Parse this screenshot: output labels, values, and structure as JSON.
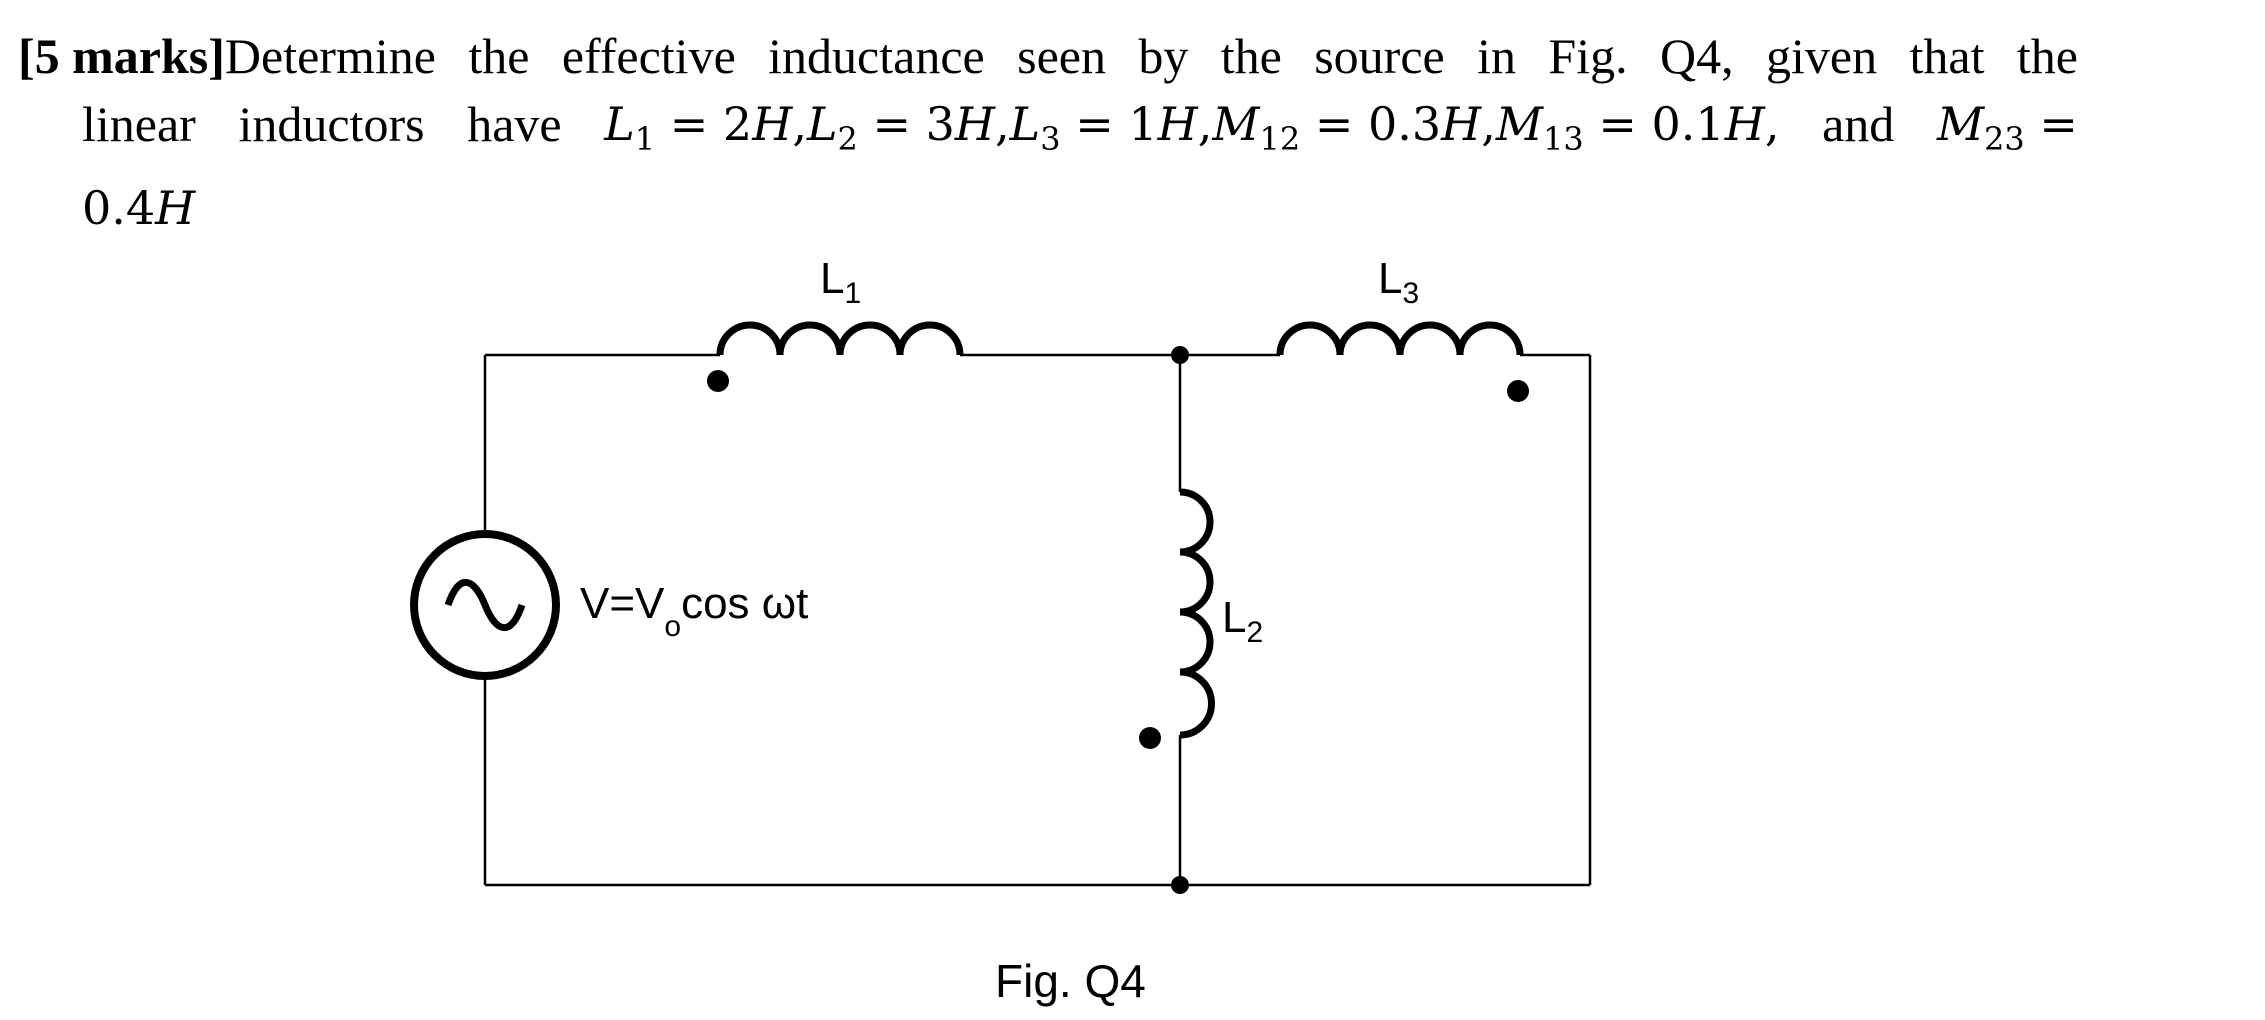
{
  "question": {
    "marks": "[5 marks]",
    "w1": "Determine",
    "w2": "the",
    "w3": "effective",
    "w4": "inductance",
    "w5": "seen",
    "w6": "by",
    "w7": "the",
    "w8": "source",
    "w9": "in",
    "w10": "Fig.",
    "w11": "Q4,",
    "w12": "given",
    "w13": "that",
    "w14": "the",
    "w15": "linear",
    "w16": "inductors",
    "w17": "have",
    "and": "and",
    "vals": {
      "L1": "L",
      "L1_sub": "1",
      "L1_val": " = 2",
      "H": "H",
      "L2": "L",
      "L2_sub": "2",
      "L2_val": " = 3",
      "L3": "L",
      "L3_sub": "3",
      "L3_val": " = 1",
      "M12": "M",
      "M12_sub": "12",
      "M12_val": " = 0.3",
      "M13": "M",
      "M13_sub": "13",
      "M13_val": " = 0.1",
      "M23": "M",
      "M23_sub": "23",
      "M23_eq": " =",
      "M23_val": "0.4",
      "comma": ",",
      "comma_sp": ", "
    }
  },
  "circuit": {
    "L1_label": "L",
    "L1_sub": "1",
    "L2_label": "L",
    "L2_sub": "2",
    "L3_label": "L",
    "L3_sub": "3",
    "source_label_a": "V=V",
    "source_label_sub": "o",
    "source_label_b": "cos ωt",
    "caption": "Fig. Q4"
  }
}
